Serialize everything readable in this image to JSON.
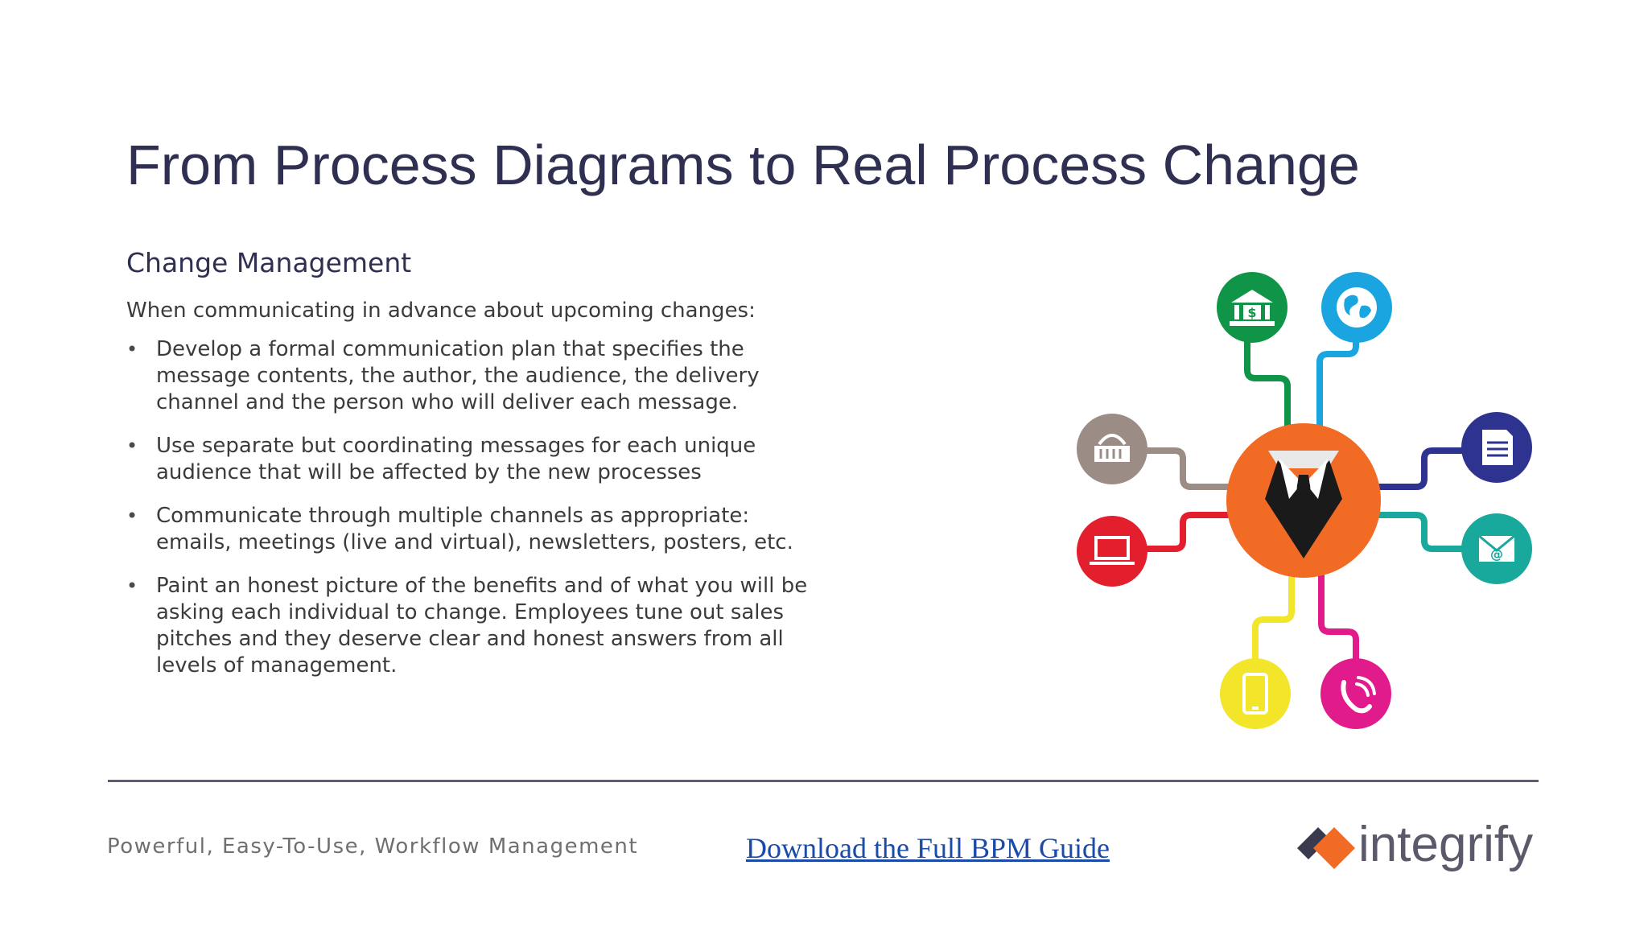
{
  "slide": {
    "title": "From Process Diagrams to Real Process Change",
    "section_heading": "Change Management",
    "intro": "When communicating in advance about upcoming changes:",
    "bullets": [
      "Develop a formal communication plan that specifies the message contents, the author, the audience, the delivery channel and the person who will deliver each message.",
      "Use separate but coordinating messages for each unique audience that will be affected by the new processes",
      "Communicate through multiple channels as appropriate: emails, meetings (live and virtual), newsletters, posters, etc.",
      "Paint an honest picture of the benefits and of what you will be asking each individual to change. Employees tune out sales pitches and they deserve clear and honest answers from all levels of management."
    ],
    "bullet_marker": "•"
  },
  "diagram": {
    "hub_icon": "businessman-suit-icon",
    "hub_color": "#f26b24",
    "nodes": [
      {
        "icon": "bank-icon",
        "color": "#109447"
      },
      {
        "icon": "globe-icon",
        "color": "#1aa5e0"
      },
      {
        "icon": "shopping-basket-icon",
        "color": "#9b8d85"
      },
      {
        "icon": "document-icon",
        "color": "#2e3390"
      },
      {
        "icon": "laptop-icon",
        "color": "#e31e2d"
      },
      {
        "icon": "email-icon",
        "color": "#18a89c"
      },
      {
        "icon": "mobile-phone-icon",
        "color": "#f2e52a"
      },
      {
        "icon": "phone-icon",
        "color": "#e11b8c"
      }
    ]
  },
  "footer": {
    "tagline": "Powerful, Easy-To-Use, Workflow Management",
    "link_text": "Download the Full BPM Guide",
    "logo_text": "integrify",
    "link_color": "#1a4ba8"
  }
}
